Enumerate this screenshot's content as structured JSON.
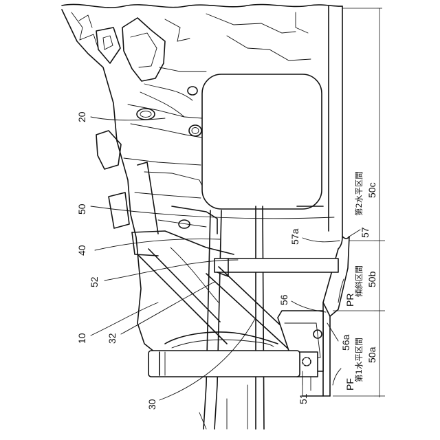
{
  "labels": {
    "l20": "20",
    "l50": "50",
    "l40": "40",
    "l52": "52",
    "l10": "10",
    "l32": "32",
    "l30": "30",
    "l51": "51",
    "l56": "56",
    "l56a": "56a",
    "l57": "57",
    "l57a": "57a",
    "pf": "PF",
    "pr": "PR",
    "sec1_name": "第1水平区間",
    "sec1_ref": "50a",
    "sec2_name": "傾斜区間",
    "sec2_ref": "50b",
    "sec3_name": "第2水平区間",
    "sec3_ref": "50c"
  }
}
